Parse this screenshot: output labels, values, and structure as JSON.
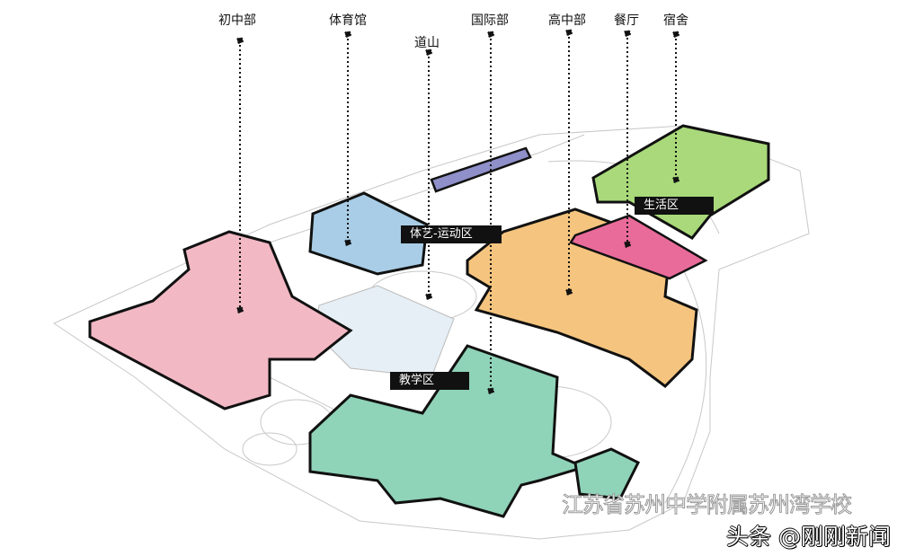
{
  "labels": {
    "junior_high": "初中部",
    "gym": "体育馆",
    "daoshan": "道山",
    "international": "国际部",
    "senior_high": "高中部",
    "canteen": "餐厅",
    "dormitory": "宿舍"
  },
  "zones": {
    "living": "生活区",
    "sports_arts": "体艺-运动区",
    "teaching": "教学区"
  },
  "colors": {
    "junior_high": "#f2b8c4",
    "gym": "#a9cde6",
    "daoshan": "#8f8fc9",
    "senior_high": "#f5c47e",
    "canteen": "#e96b9a",
    "dormitory": "#a9d97a",
    "teaching": "#8fd3b8"
  },
  "watermark": {
    "school": "江苏省苏州中学附属苏州湾学校",
    "source": "头条 @刚刚新闻"
  }
}
